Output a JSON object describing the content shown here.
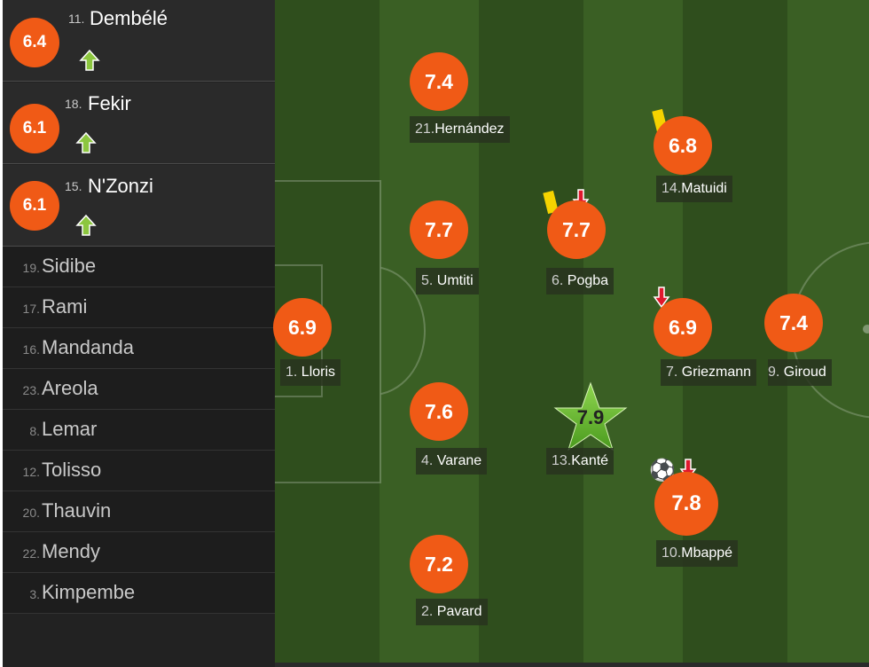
{
  "subs": [
    {
      "number": "11.",
      "name": "Dembélé",
      "rating": "6.4"
    },
    {
      "number": "18.",
      "name": "Fekir",
      "rating": "6.1"
    },
    {
      "number": "15.",
      "name": "N'Zonzi",
      "rating": "6.1"
    }
  ],
  "bench": [
    {
      "number": "19.",
      "name": "Sidibe"
    },
    {
      "number": "17.",
      "name": "Rami"
    },
    {
      "number": "16.",
      "name": "Mandanda"
    },
    {
      "number": "23.",
      "name": "Areola"
    },
    {
      "number": "8.",
      "name": "Lemar"
    },
    {
      "number": "12.",
      "name": "Tolisso"
    },
    {
      "number": "20.",
      "name": "Thauvin"
    },
    {
      "number": "22.",
      "name": "Mendy"
    },
    {
      "number": "3.",
      "name": "Kimpembe"
    }
  ],
  "players": {
    "lloris": {
      "number": "1.",
      "name": "Lloris",
      "rating": "6.9"
    },
    "hernandez": {
      "number": "21.",
      "name": "Hernández",
      "rating": "7.4"
    },
    "umtiti": {
      "number": "5.",
      "name": "Umtiti",
      "rating": "7.7"
    },
    "varane": {
      "number": "4.",
      "name": "Varane",
      "rating": "7.6"
    },
    "pavard": {
      "number": "2.",
      "name": "Pavard",
      "rating": "7.2"
    },
    "pogba": {
      "number": "6.",
      "name": "Pogba",
      "rating": "7.7"
    },
    "kante": {
      "number": "13.",
      "name": "Kanté",
      "rating": "7.9"
    },
    "matuidi": {
      "number": "14.",
      "name": "Matuidi",
      "rating": "6.8"
    },
    "griezmann": {
      "number": "7.",
      "name": "Griezmann",
      "rating": "6.9"
    },
    "mbappe": {
      "number": "10.",
      "name": "Mbappé",
      "rating": "7.8"
    },
    "giroud": {
      "number": "9.",
      "name": "Giroud",
      "rating": "7.4"
    }
  },
  "colors": {
    "rating_badge": "#f05a16",
    "sub_in_arrow": "#8cc63f",
    "sub_out_arrow": "#e0182d",
    "yellow_card": "#f5d300",
    "man_of_match_star": "#6fbf2f"
  },
  "icons": {
    "sub_in": "up-arrow-icon",
    "sub_out": "down-arrow-icon",
    "card": "yellow-card-icon",
    "goal": "soccer-ball-icon",
    "motm": "star-icon"
  }
}
